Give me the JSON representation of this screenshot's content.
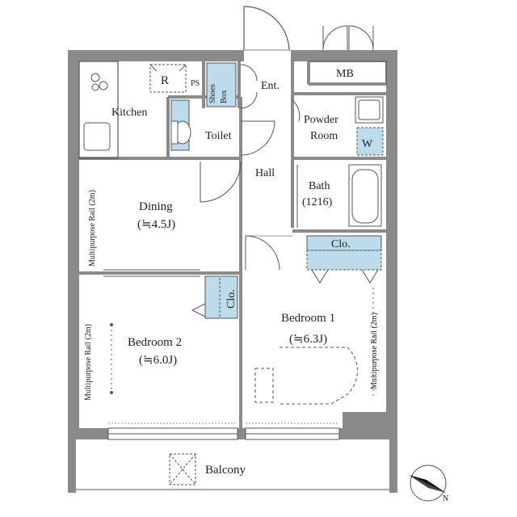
{
  "rooms": {
    "refrigerator": "R",
    "pipe_space": "PS",
    "shoes_box": "Shoes Box",
    "entrance": "Ent.",
    "meter_box": "MB",
    "kitchen": "Kitchen",
    "toilet": "Toilet",
    "powder_room_line1": "Powder",
    "powder_room_line2": "Room",
    "washer": "W",
    "hall": "Hall",
    "bath_label": "Bath",
    "bath_size": "(1216)",
    "dining_label": "Dining",
    "dining_size": "(≒4.5J)",
    "closet_bedroom1": "Clo.",
    "closet_bedroom2": "Clo.",
    "bedroom1_label": "Bedroom 1",
    "bedroom1_size": "(≒6.3J)",
    "bedroom2_label": "Bedroom 2",
    "bedroom2_size": "(≒6.0J)",
    "balcony": "Balcony"
  },
  "rails": {
    "dining_rail": "Multipurpose Rail (2m)",
    "bedroom2_rail": "Multipurpose Rail (2m)",
    "bedroom1_rail": "Multipurpose Rail (2m)"
  },
  "compass": {
    "north": "N"
  },
  "colors": {
    "wall": "#8a8a8a",
    "fixture": "#bcdcec",
    "line": "#555555"
  }
}
